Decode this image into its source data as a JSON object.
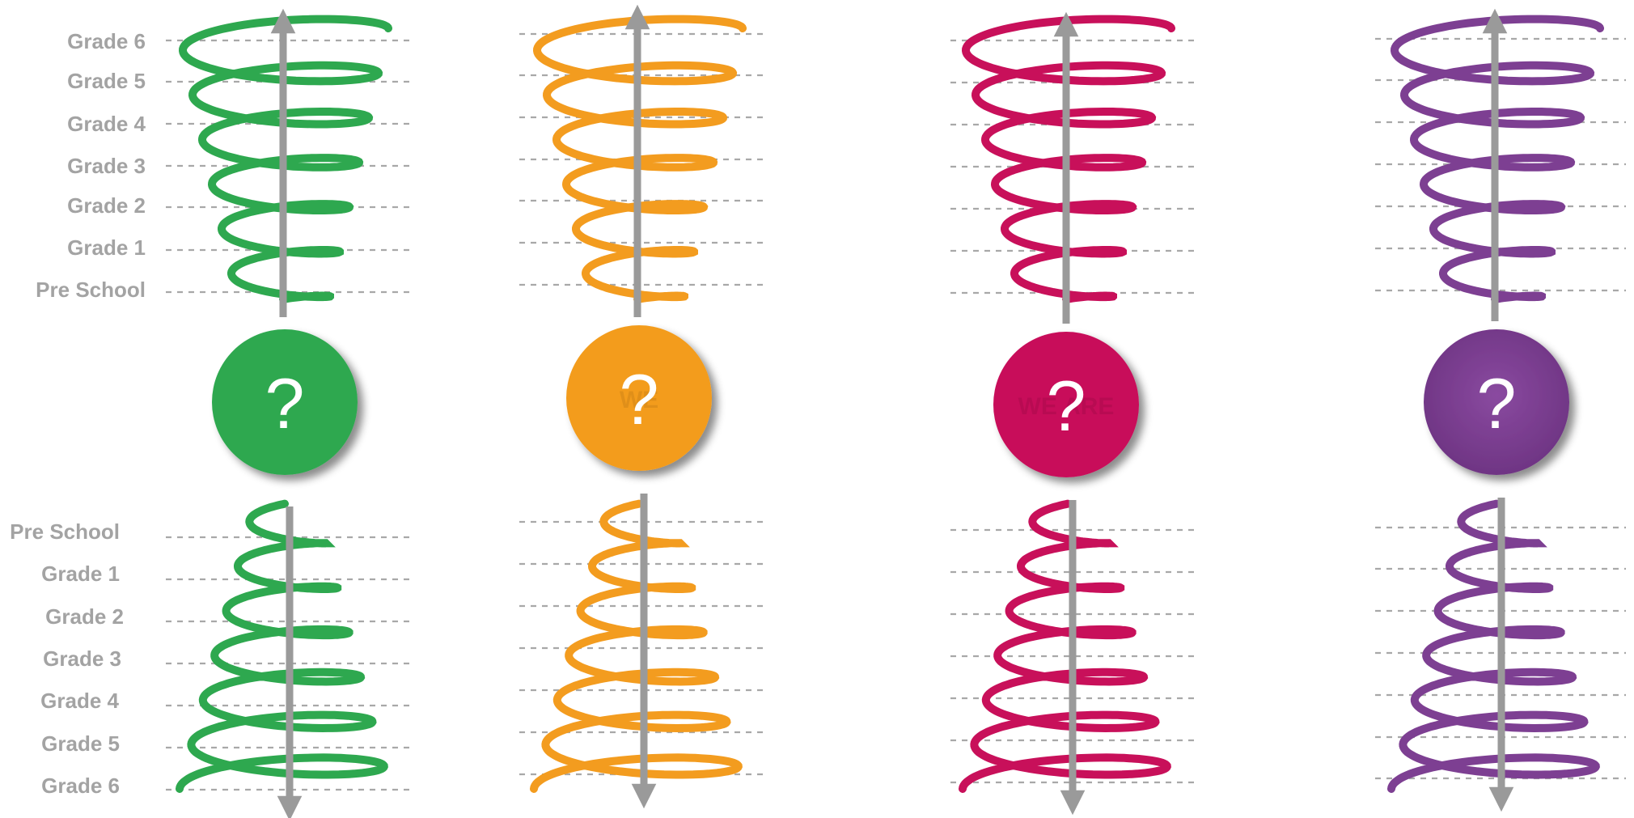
{
  "labels_top": [
    "Grade 6",
    "Grade 5",
    "Grade 4",
    "Grade 3",
    "Grade 2",
    "Grade 1",
    "Pre School"
  ],
  "labels_bottom": [
    "Pre School",
    "Grade 1",
    "Grade 2",
    "Grade 3",
    "Grade 4",
    "Grade 5",
    "Grade 6"
  ],
  "question_mark": "?",
  "faint_text": {
    "orange": "WE",
    "magenta": "WE ARE"
  },
  "colors": {
    "green": "#2ea84f",
    "orange": "#f39c1f",
    "magenta": "#c8105a",
    "purple": "#7d3f92",
    "axis": "#9a9a9a",
    "dash": "#a8a8a8",
    "label": "#a3a3a3"
  },
  "columns": [
    {
      "name": "green",
      "color_key": "green"
    },
    {
      "name": "orange",
      "color_key": "orange"
    },
    {
      "name": "magenta",
      "color_key": "magenta"
    },
    {
      "name": "purple",
      "color_key": "purple"
    }
  ]
}
